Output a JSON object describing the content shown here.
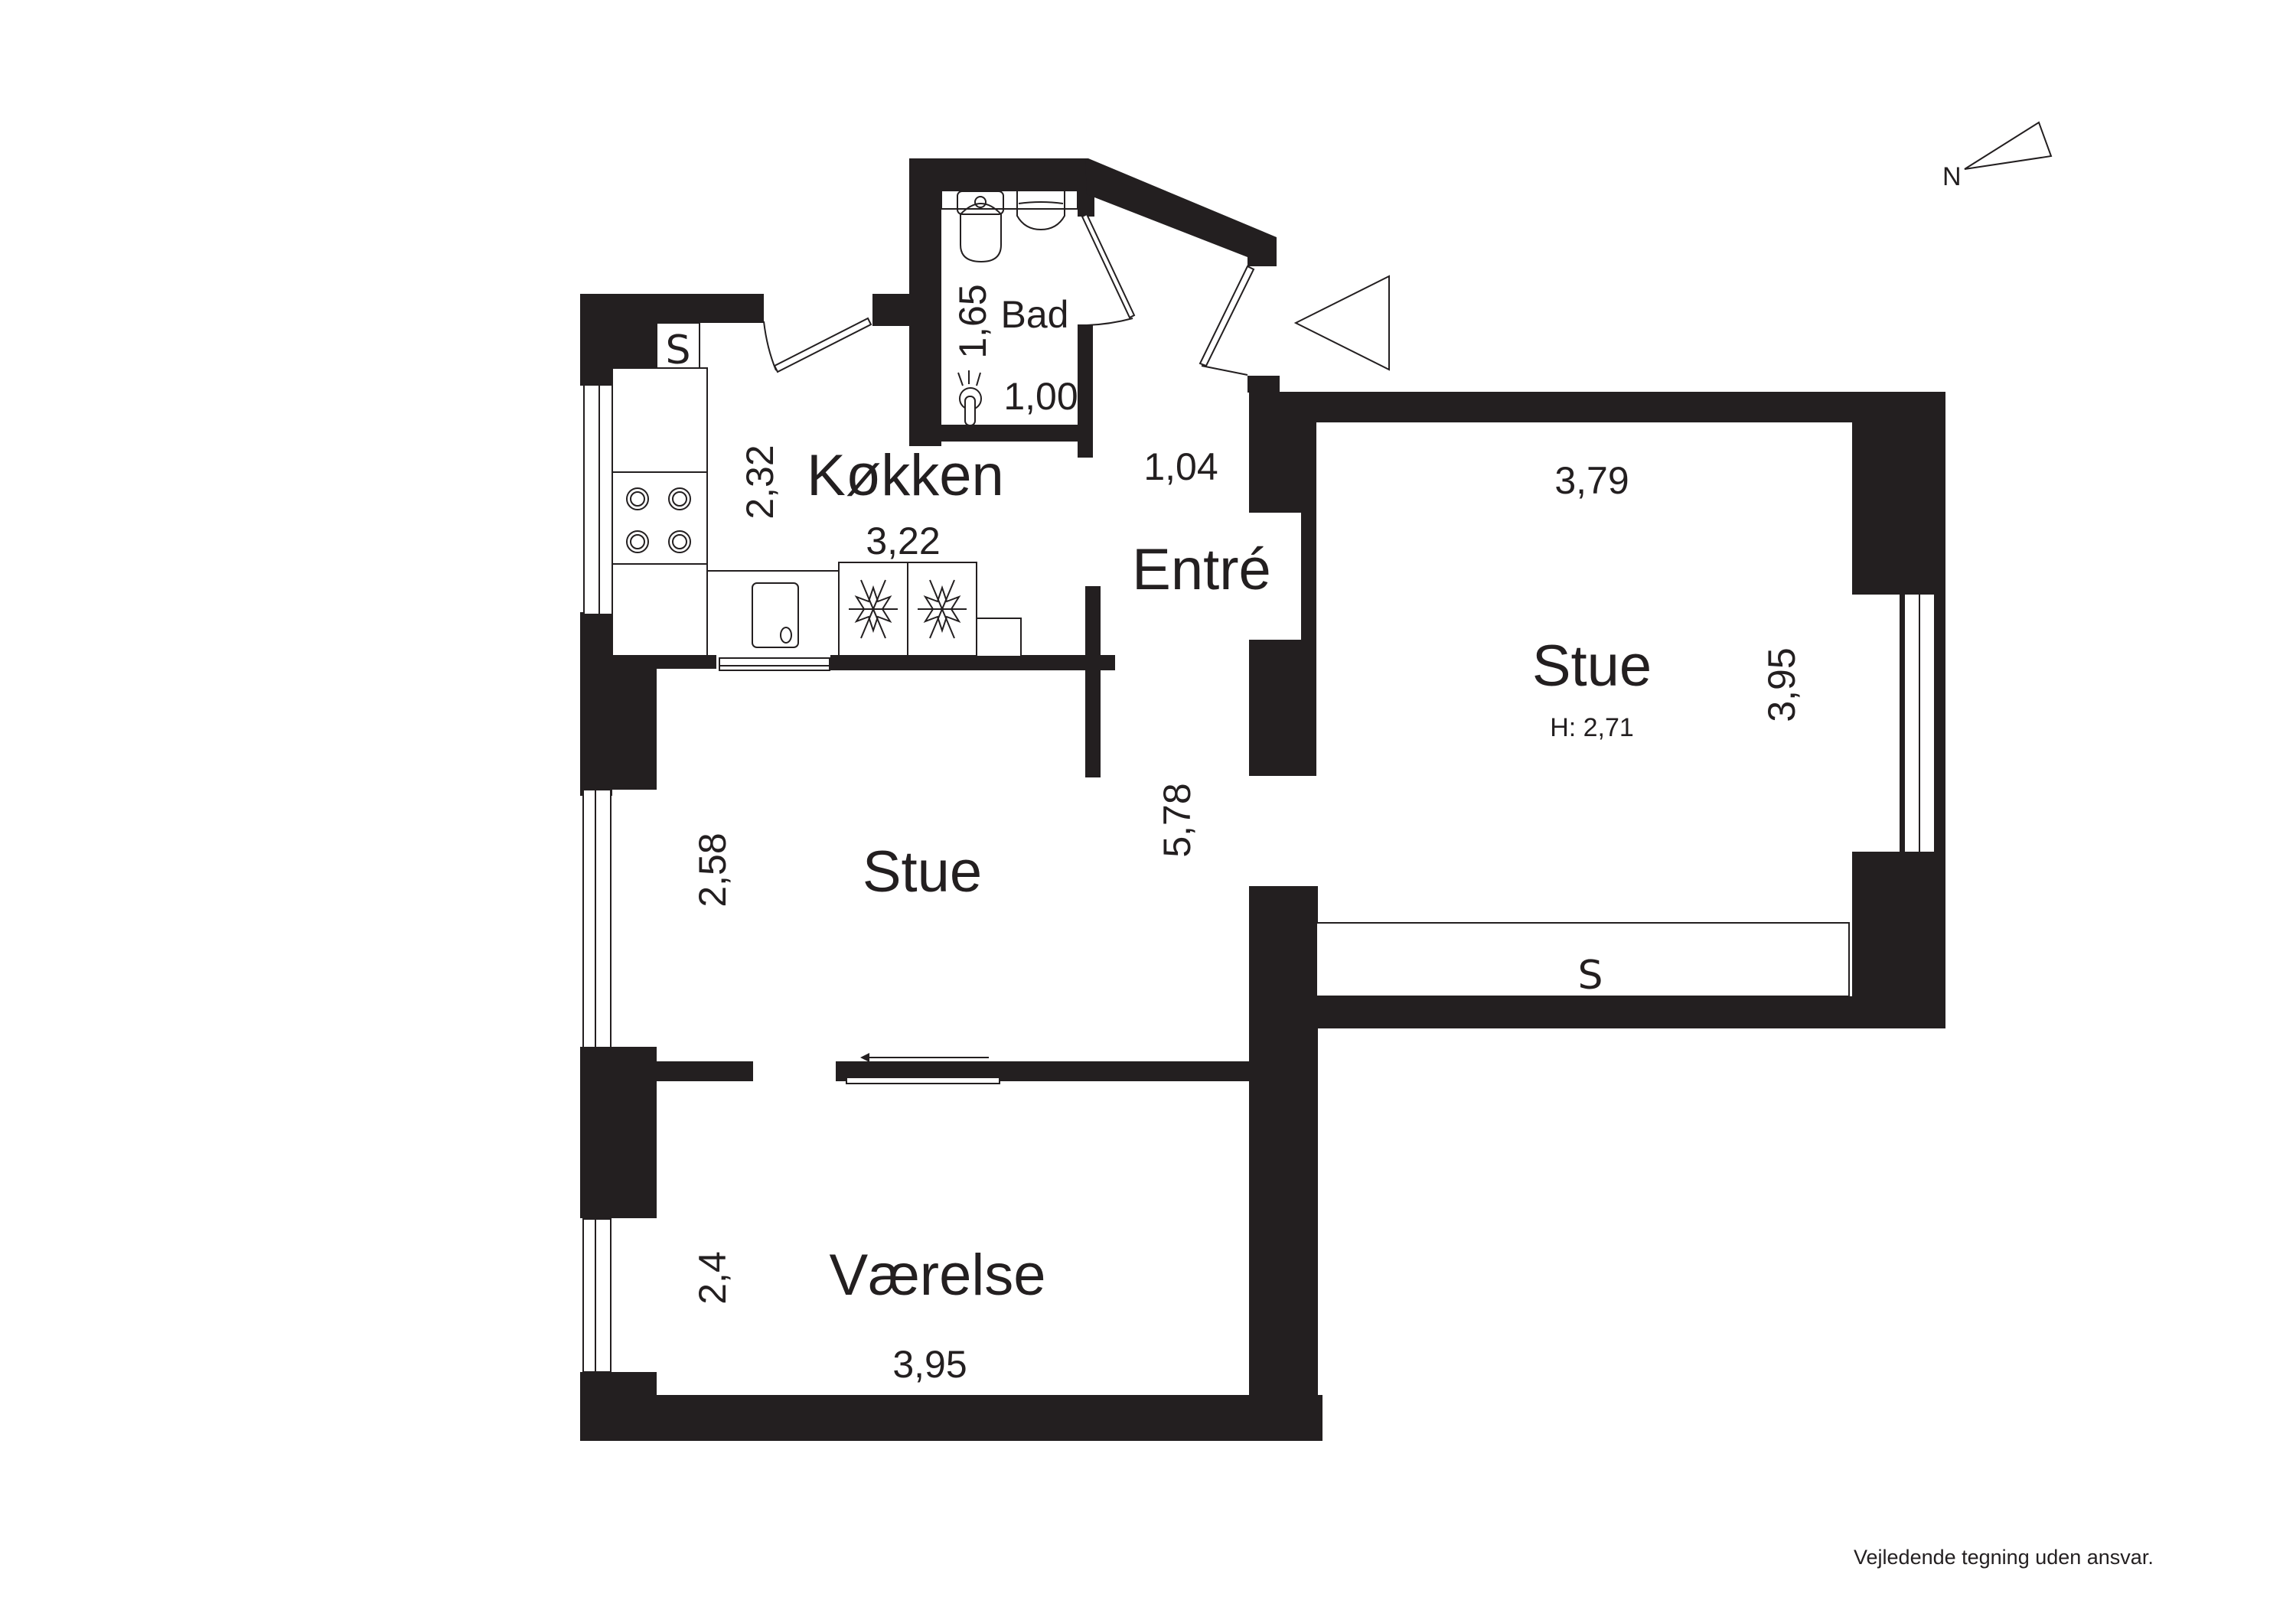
{
  "plan": {
    "rooms": {
      "kitchen": {
        "name": "Køkken",
        "width": "3,22",
        "depth": "2,32"
      },
      "bath": {
        "name": "Bad",
        "width": "1,00",
        "depth": "1,65"
      },
      "entry": {
        "name": "Entré",
        "width": "1,04"
      },
      "living_right": {
        "name": "Stue",
        "width": "3,79",
        "depth": "3,95",
        "ceiling_height": "H: 2,71"
      },
      "living_left": {
        "name": "Stue",
        "width": "5,78",
        "depth": "2,58"
      },
      "bedroom": {
        "name": "Værelse",
        "width": "3,95",
        "depth": "2,4"
      }
    },
    "storage_labels": {
      "kitchen_closet": "S",
      "living_closet": "S"
    },
    "compass": {
      "label": "N",
      "icon": "north-arrow-icon"
    },
    "entrance": {
      "icon": "entrance-arrow-icon"
    },
    "colors": {
      "wall": "#231f20",
      "background": "#ffffff"
    }
  },
  "footer": {
    "disclaimer": "Vejledende tegning uden ansvar."
  }
}
